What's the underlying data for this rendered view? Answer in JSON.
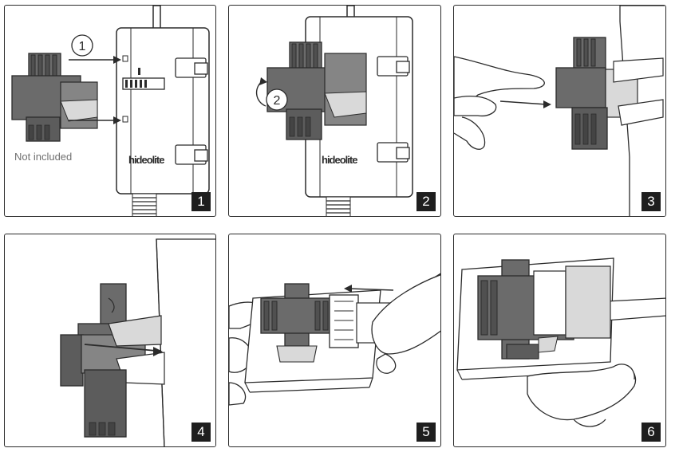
{
  "colors": {
    "stroke": "#2b2b2b",
    "connector": "#6b6b6b",
    "connector_dark": "#505050",
    "light": "#d9d9d9",
    "badge_bg": "#1e1e1e",
    "badge_text": "#ffffff"
  },
  "steps": [
    {
      "number": "1",
      "brand": "hideolite",
      "callout": "1",
      "note": "Not included"
    },
    {
      "number": "2",
      "brand": "hideolite",
      "callout": "2"
    },
    {
      "number": "3"
    },
    {
      "number": "4"
    },
    {
      "number": "5"
    },
    {
      "number": "6"
    }
  ]
}
